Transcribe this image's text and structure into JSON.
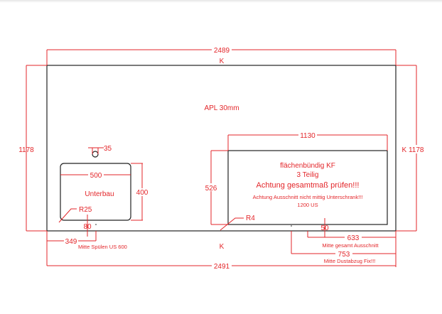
{
  "colors": {
    "dimension": "#e3262a",
    "outline": "#222222"
  },
  "drawing": {
    "top_width": "2489",
    "top_edge_label": "K",
    "bottom_edge_label": "K",
    "left_depth": "1178",
    "right_depth": "K 1178",
    "material": "APL 30mm",
    "bottom_width": "2491"
  },
  "sink": {
    "tap_hole": "35",
    "width": "500",
    "depth": "400",
    "type": "Unterbau",
    "radius": "R25",
    "front_offset": "80",
    "center_from_left": "349",
    "center_note": "Mitte Spülen US 600"
  },
  "cutout": {
    "width": "1130",
    "depth": "526",
    "radius": "R4",
    "notes": [
      "flächenbündig KF",
      "3 Teilig",
      "Achtung gesamtmaß prüfen!!!"
    ],
    "small_notes": [
      "Achtung Ausschnitt nicht mittig Unterschrank!!!",
      "1200 US"
    ],
    "front_offset": "50",
    "center_from_right": "633",
    "center_note": "Mitte gesamt Ausschnitt",
    "extractor_from_right": "753",
    "extractor_note": "Mitte Dustabzug Fix!!!"
  }
}
